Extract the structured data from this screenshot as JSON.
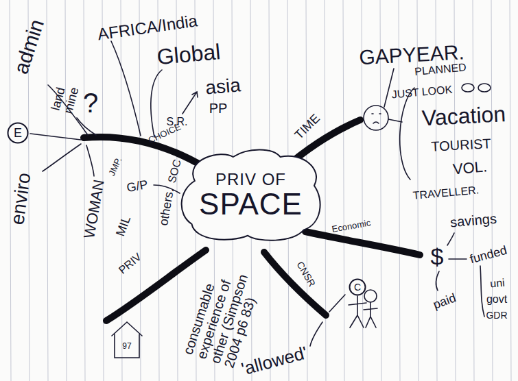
{
  "diagram": {
    "nodes": [
      {
        "text": [
          "PRIV OF",
          "SPACE"
        ]
      },
      {
        "text": [
          "E"
        ]
      },
      {
        "text": [
          "C"
        ]
      }
    ],
    "labels": [
      "admin",
      "land mine",
      "?",
      "enviro",
      "WOMAN",
      "AFRICA/India",
      "Global",
      "asia",
      "PP",
      "S.R.",
      "CHOICE",
      "JMP.",
      "G/P",
      "SOC",
      "others.",
      "MIL",
      "GAPYEAR.",
      "PLANNED",
      "JUST LOOK",
      "Vacation",
      "TOURIST",
      "VOL.",
      "TRAVELLER.",
      "TIME",
      "Economic",
      "$",
      "savings",
      "funded",
      "paid",
      "uni",
      "govt",
      "GDR",
      "CNSR",
      "'allowed'",
      "PRIV",
      "97",
      "consumable experience of other (Simpson 2004 p6 83)"
    ]
  }
}
